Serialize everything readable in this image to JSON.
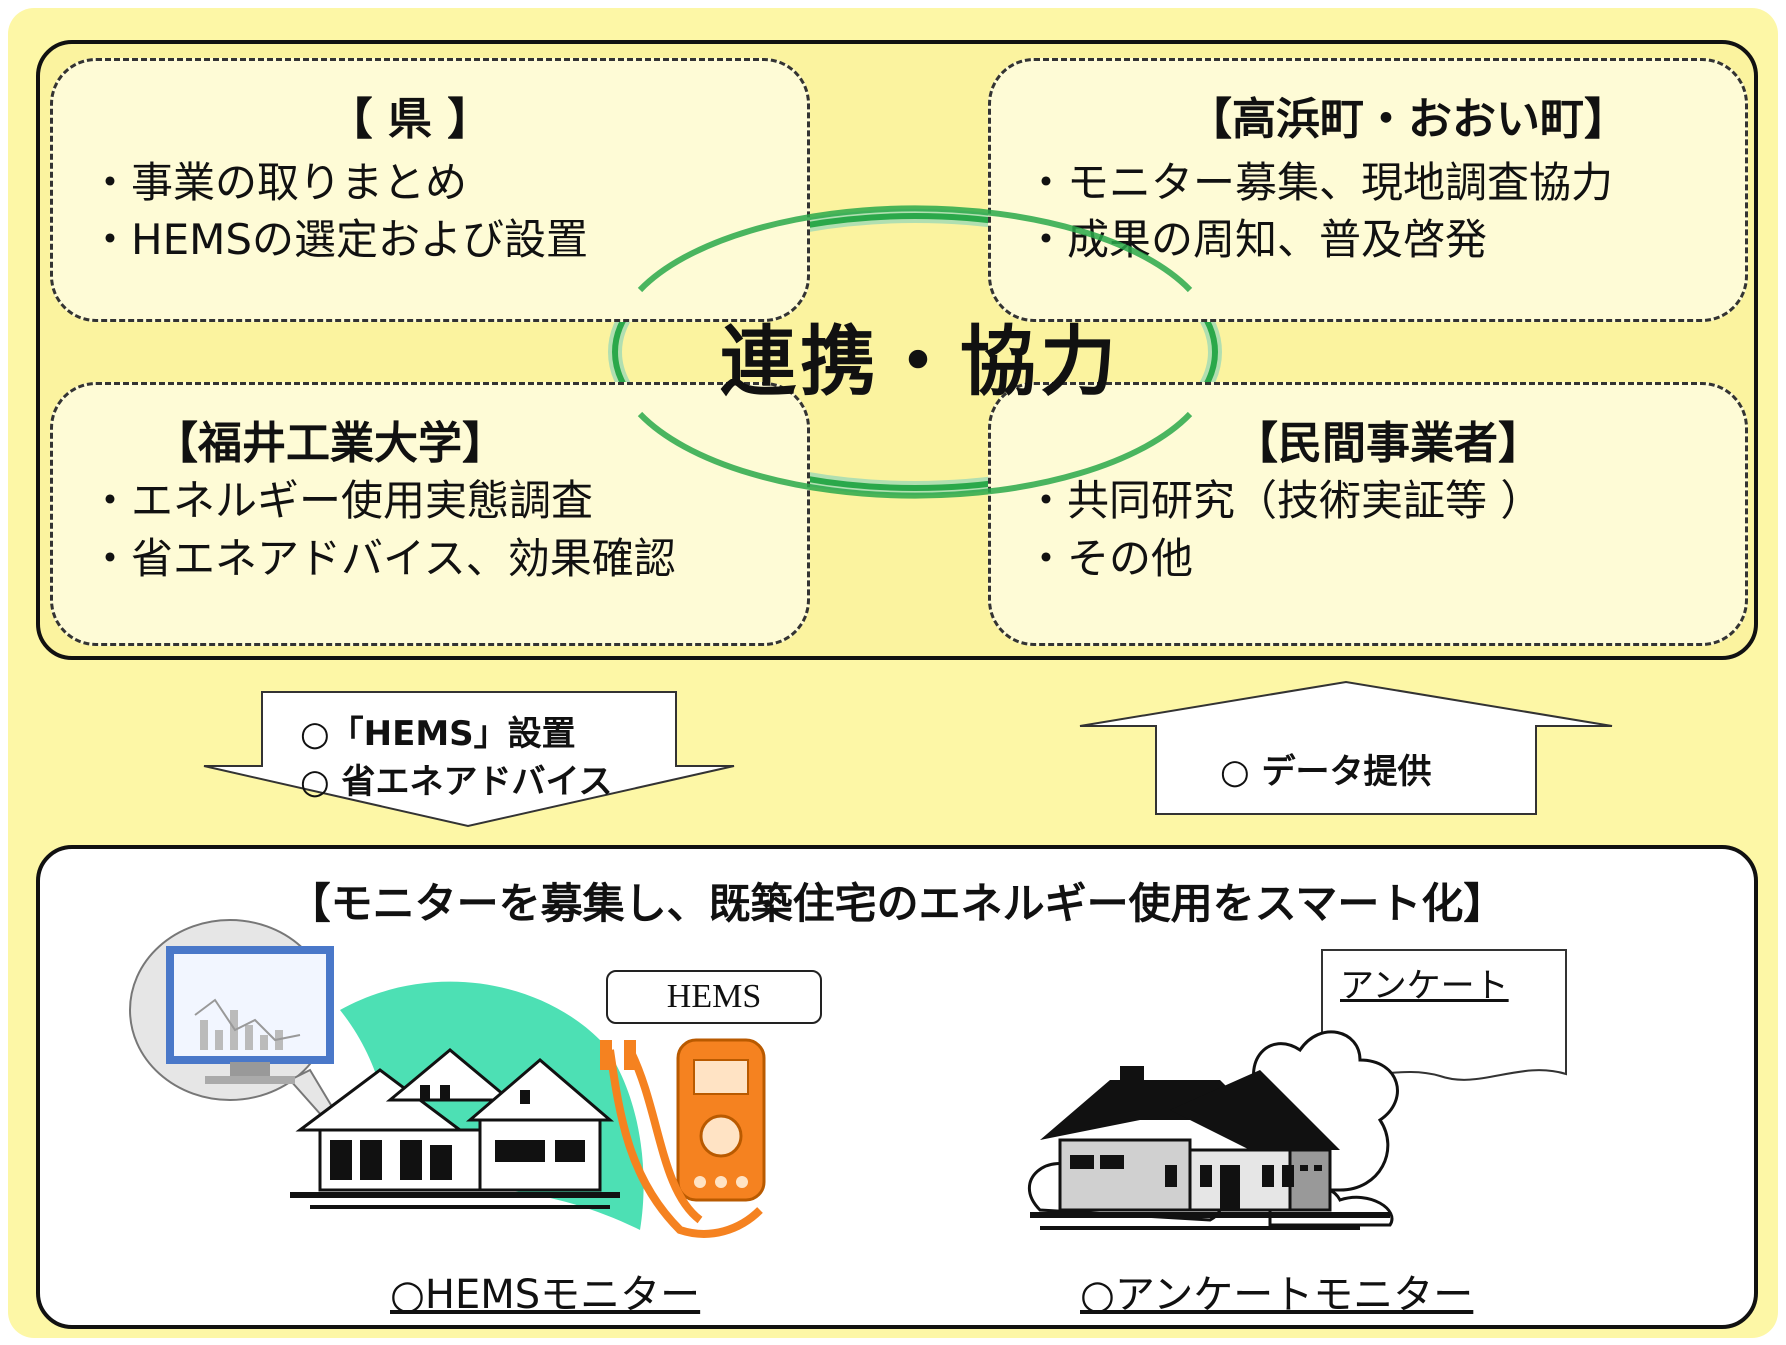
{
  "prefecture": {
    "title": "【 県 】",
    "items": [
      "・事業の取りまとめ",
      "・HEMSの選定および設置"
    ]
  },
  "towns": {
    "title": "【高浜町・おおい町】",
    "items": [
      "・モニター募集、現地調査協力",
      "・成果の周知、普及啓発"
    ]
  },
  "university": {
    "title": "【福井工業大学】",
    "items": [
      "・エネルギー使用実態調査",
      "・省エネアドバイス、効果確認"
    ]
  },
  "private": {
    "title": "【民間事業者】",
    "items": [
      "・共同研究（技術実証等 ）",
      "・その他"
    ]
  },
  "center": {
    "label": "連携・協力"
  },
  "down_arrow": {
    "lines": [
      "○「HEMS」設置",
      "○ 省エネアドバイス"
    ]
  },
  "up_arrow": {
    "label": "○ データ提供"
  },
  "lower": {
    "title": "【モニターを募集し、既築住宅のエネルギー使用をスマート化】",
    "hems_tag": "HEMS",
    "survey_tag": "アンケート",
    "hems_caption": "○HEMSモニター",
    "survey_caption": "○アンケートモニター"
  },
  "colors": {
    "background": "#fdf7a6",
    "ellipse": "#2aa84a",
    "meter": "#f58220",
    "wind": "#4de0b4",
    "screen": "#4a78c9"
  }
}
